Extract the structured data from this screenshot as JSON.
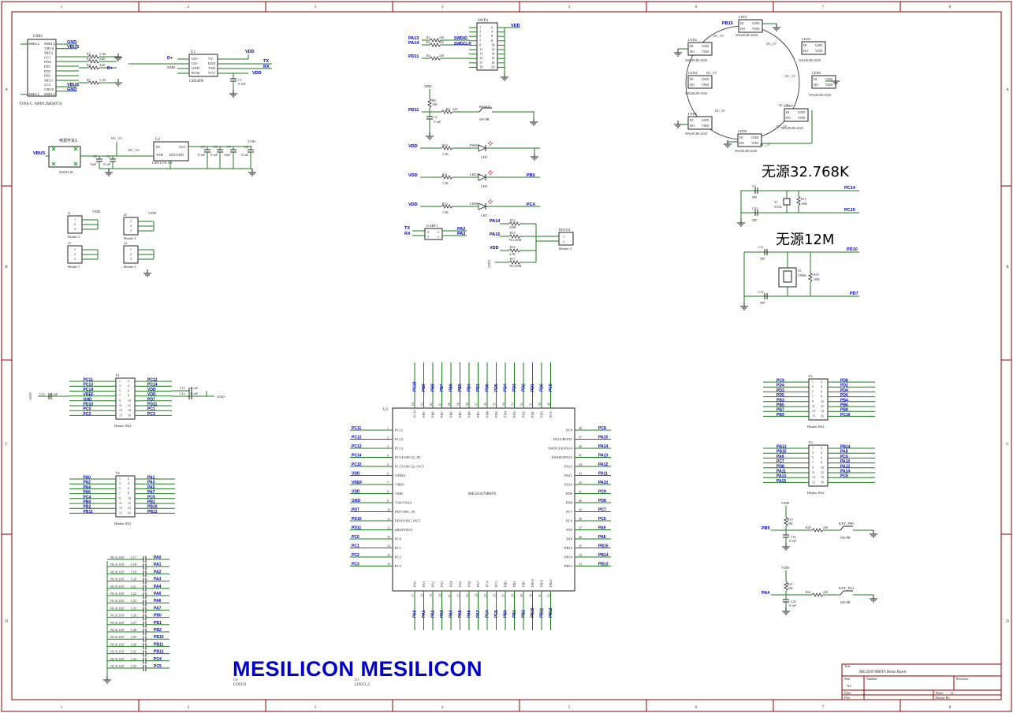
{
  "frame": {
    "col_labels": [
      "1",
      "2",
      "3",
      "4",
      "5",
      "6",
      "7",
      "8"
    ],
    "row_labels": [
      "A",
      "B",
      "C",
      "D"
    ]
  },
  "usb": {
    "ref": "USB1",
    "part": "TYPE-C 16PIN 2MD(073)",
    "pins": [
      "SHELL",
      "VBUS",
      "SBU2",
      "CC1",
      "DN2",
      "DP1",
      "DN1",
      "DP2",
      "SBU1",
      "CC2",
      "VBUS",
      "SHELL"
    ],
    "right_pins": [
      "GND",
      "VBUS",
      "",
      "",
      "",
      "",
      "",
      "",
      "",
      "",
      "VBUS",
      "GND"
    ],
    "nets": [
      "GND",
      "VBUS",
      "VBUS",
      "GND"
    ],
    "res": [
      {
        "ref": "R3",
        "val": "5.1K"
      },
      {
        "ref": "R5",
        "val": "22R"
      },
      {
        "ref": "R4",
        "val": "22R"
      },
      {
        "ref": "R7",
        "val": "5.1K"
      }
    ],
    "net_dp": "D+",
    "net_dm": "D-"
  },
  "ch340": {
    "ref": "U1",
    "part": "CH340N",
    "left_pins": [
      "UD+",
      "UD-",
      "GND",
      "RTS#"
    ],
    "right_pins": [
      "V3",
      "RXD",
      "TXD",
      "VCC"
    ],
    "left_nets": [
      "D+",
      "D-",
      "GND"
    ],
    "right_nets": [
      "VDD",
      "TX",
      "RX",
      "VDD"
    ],
    "cap": {
      "ref": "C1",
      "val": "0.1uF"
    },
    "gnd": "GND"
  },
  "swd": {
    "ref": "SWD1",
    "nets_left": [
      "PA13",
      "PA14",
      "PD11"
    ],
    "res": [
      {
        "ref": "R1",
        "val": "220"
      },
      {
        "ref": "R2",
        "val": "220"
      },
      {
        "ref": "R4",
        "val": "220"
      }
    ],
    "sig": [
      "SWDIO",
      "SWDCLK"
    ],
    "pins_l": [
      "1",
      "3",
      "5",
      "7",
      "9",
      "11",
      "13",
      "15",
      "17",
      "19"
    ],
    "pins_r": [
      "2",
      "4",
      "6",
      "8",
      "10",
      "12",
      "14",
      "16",
      "18",
      "20"
    ],
    "vdd": "VDD",
    "gnd": "GND"
  },
  "reset": {
    "vdd": "VDD",
    "r_pull": {
      "ref": "R8",
      "val": "10K"
    },
    "net": "PD11",
    "r_ser": {
      "ref": "R9",
      "val": "220"
    },
    "sw": {
      "ref": "RESET1",
      "val": "SW-PB"
    },
    "cap": {
      "ref": "C2",
      "val": "0.1uF"
    },
    "gnd": "GND"
  },
  "leds_status": [
    {
      "left": "VDD",
      "r": "R10",
      "rv": "1.5K",
      "led": "PWR1",
      "lv": "LED",
      "right": "GND"
    },
    {
      "left": "VDD",
      "r": "R11",
      "rv": "1.5K",
      "led": "LED10",
      "lv": "LED",
      "right": "PB0"
    },
    {
      "left": "VDD",
      "r": "R13",
      "rv": "1.5K",
      "led": "LED8",
      "lv": "LED",
      "right": "PC4"
    }
  ],
  "uart": {
    "ref": "UART1",
    "left_nets": [
      "TX",
      "RX"
    ],
    "right_nets": [
      "PA2",
      "PA3"
    ],
    "pins": [
      "4",
      "3",
      "2",
      "1"
    ]
  },
  "boot": {
    "ref": "BOOT1",
    "part": "Header 2",
    "nets": [
      "PA14",
      "PA15",
      "VDD",
      "GND"
    ],
    "res": [
      {
        "ref": "R14",
        "val": "220R"
      },
      {
        "ref": "R15",
        "val": "NC/220R"
      },
      {
        "ref": "R16",
        "val": "4.7K"
      },
      {
        "ref": "R17",
        "val": "NC/220R"
      }
    ],
    "pins": [
      "1",
      "2"
    ]
  },
  "power": {
    "switch_title": "电源开关1",
    "switch_part": "SWITCH",
    "vbus": "VBUS",
    "dc5v": "DC_5V",
    "reg_ref": "U2",
    "reg_part": "LM1117S-3.3",
    "reg_pins": [
      "IN",
      "TAB",
      "OUT",
      "ADJ/GND"
    ],
    "caps": [
      {
        "ref": "C3",
        "val": "10uF"
      },
      {
        "ref": "C4",
        "val": "0.1uF"
      },
      {
        "ref": "C5",
        "val": "0.1uF"
      },
      {
        "ref": "C6",
        "val": "0.1uF"
      },
      {
        "ref": "C7",
        "val": "10uF"
      },
      {
        "ref": "C8",
        "val": "0.1uF"
      }
    ],
    "vdd": "VDD",
    "gnd": "GND"
  },
  "jheaders": [
    {
      "ref": "J1",
      "part": "Header 3",
      "net": "VDD"
    },
    {
      "ref": "J2",
      "part": "Header 3",
      "net": "VDD"
    },
    {
      "ref": "J3",
      "part": "Header 3",
      "net": ""
    },
    {
      "ref": "J4",
      "part": "Header 3",
      "net": "GND"
    }
  ],
  "ws2812": {
    "leds": [
      "LED1",
      "LED2",
      "LED3",
      "LED4",
      "LED5",
      "LED6",
      "LED7",
      "LED8"
    ],
    "part": "WS2812B-2020",
    "net_dc": "DC_5V",
    "net_pb": "PB15",
    "pins": [
      "DI",
      "GND",
      "DO",
      "VDD"
    ]
  },
  "xtal32": {
    "title": "无源32.768K",
    "c1": {
      "ref": "C9",
      "val": "5PF"
    },
    "c2": {
      "ref": "C10",
      "val": "5PF"
    },
    "y": {
      "ref": "Y1",
      "val": "XTAL"
    },
    "r": {
      "ref": "R12",
      "val": "10M"
    },
    "nets": [
      "PC14",
      "PC15"
    ],
    "gnd": "GND"
  },
  "xtal12": {
    "title": "无源12M",
    "c1": {
      "ref": "C11",
      "val": "5PF"
    },
    "c2": {
      "ref": "C12",
      "val": "5PF"
    },
    "x": {
      "ref": "X1",
      "val": "CMHz"
    },
    "r": {
      "ref": "R18",
      "val": "10M"
    },
    "nets": [
      "PD10",
      "PD7"
    ],
    "gnd": "GND"
  },
  "p1": {
    "ref": "P1",
    "part": "Header 8X2",
    "left": [
      "PC11",
      "PC13",
      "PC14",
      "VREF",
      "GND",
      "PD10",
      "PC0",
      "PC2"
    ],
    "right": [
      "PC12",
      "PC14",
      "VDD",
      "VDD",
      "PD7",
      "PD11",
      "PC1",
      "PC3"
    ],
    "cap_l": {
      "ref": "C13",
      "val": "0.1uF"
    },
    "cap_r": [
      {
        "ref": "C15",
        "val": "0.1uF"
      },
      {
        "ref": "C14",
        "val": "0.1uF"
      }
    ],
    "gnd": "GND"
  },
  "p4": {
    "ref": "P4",
    "part": "Header 8X2",
    "left": [
      "PA0",
      "PA2",
      "PA4",
      "PA6",
      "PC4",
      "PB0",
      "PB2",
      "PB11"
    ],
    "right": [
      "PA1",
      "PA3",
      "PA5",
      "PA7",
      "PC5",
      "PB1",
      "PB10",
      "PB12"
    ]
  },
  "p2": {
    "ref": "P2",
    "part": "Header 8X2",
    "left": [
      "PC9",
      "PD4",
      "PD3",
      "PD5",
      "PB3",
      "PB5",
      "PB7",
      "PB9"
    ],
    "right": [
      "PD8",
      "PD2",
      "PD4",
      "PD6",
      "PB4",
      "PB6",
      "PB8",
      "PC10"
    ]
  },
  "p3": {
    "ref": "P3",
    "part": "Header 8X2",
    "left": [
      "PB13",
      "PB15",
      "PA9",
      "PC7",
      "PD8",
      "PA11",
      "PA13",
      "PA15"
    ],
    "right": [
      "PB14",
      "PA8",
      "PC6",
      "PA10",
      "PA12",
      "PA14",
      "PC8"
    ]
  },
  "decoup": {
    "nets": [
      "PA0",
      "PA1",
      "PA2",
      "PA3",
      "PA4",
      "PA5",
      "PA6",
      "PA7",
      "PB0",
      "PB1",
      "PB2",
      "PB10",
      "PB11",
      "PB12",
      "PC4",
      "PC5"
    ],
    "caps": [
      "C17",
      "C18",
      "C19",
      "C20",
      "C21",
      "C22",
      "C23",
      "C25",
      "C26",
      "C27",
      "C28",
      "C29",
      "C30",
      "C31",
      "C32",
      "C33"
    ],
    "val": "NC/0.1UF",
    "gnd": "GND"
  },
  "mcu": {
    "ref": "U3",
    "part": "ME32G070R8T6",
    "left_pins": [
      "PC11",
      "PC12",
      "PC13",
      "PC14/OSC32_IN",
      "PC15/OSC32_OUT",
      "VDDA",
      "VREF",
      "VDD",
      "VSS/VSSA",
      "PD7/OSC_IN",
      "PD10/OSC_OUT",
      "nRST/PD11",
      "PC0",
      "PC1",
      "PC2",
      "PC3"
    ],
    "left_nets": [
      "PC11",
      "PC12",
      "PC13",
      "PC14",
      "PC15",
      "VDD",
      "VREF",
      "VDD",
      "GND",
      "PD7",
      "PD10",
      "PD11",
      "PC0",
      "PC1",
      "PC2",
      "PC3"
    ],
    "left_nums": [
      "1",
      "2",
      "3",
      "4",
      "5",
      "6",
      "7",
      "8",
      "9",
      "10",
      "11",
      "12",
      "13",
      "14",
      "15",
      "16"
    ],
    "right_pins": [
      "PC8",
      "PA15/BOOT",
      "SWDCLK/PA14",
      "SWDIO/PA13",
      "PA12",
      "PA11",
      "PA10",
      "PD9",
      "PD8",
      "PC7",
      "PC6",
      "PA9",
      "PA8",
      "PB15",
      "PB14",
      "PB13"
    ],
    "right_nets": [
      "PC8",
      "PA15",
      "PA14",
      "PA13",
      "PA12",
      "PA11",
      "PA10",
      "PC9",
      "PD8",
      "PC7",
      "PC6",
      "PA9",
      "PA8",
      "PB15",
      "PB14",
      "PB13"
    ],
    "right_nums": [
      "48",
      "47",
      "46",
      "45",
      "44",
      "43",
      "42",
      "41",
      "40",
      "39",
      "38",
      "37",
      "36",
      "35",
      "34",
      "33"
    ],
    "top_pins": [
      "PC10",
      "PB9",
      "PB8",
      "PB7",
      "PB6",
      "PB5",
      "PB4",
      "PB3",
      "PD6",
      "PD5",
      "PD4",
      "PD3",
      "PD2",
      "PD1",
      "PD0",
      "PC9"
    ],
    "top_nets": [
      "PC10",
      "PB9",
      "PB8",
      "PB7",
      "PB6",
      "PB5",
      "PB4",
      "PB3",
      "PD6",
      "PD5",
      "PD4",
      "PD3",
      "PD2",
      "PD1",
      "PD0",
      "PC9"
    ],
    "top_nums": [
      "64",
      "63",
      "62",
      "61",
      "60",
      "59",
      "58",
      "57",
      "56",
      "55",
      "54",
      "53",
      "52",
      "51",
      "50",
      "49"
    ],
    "bot_pins": [
      "PA0",
      "PA1",
      "PA2",
      "PA3",
      "PA4",
      "PA5",
      "PA6",
      "PA7",
      "PC4",
      "PC5",
      "PB0",
      "PB1",
      "PB2",
      "PB10",
      "PB11",
      "PB12"
    ],
    "bot_nets": [
      "PA0",
      "PA1",
      "PA2",
      "PA3",
      "PA4",
      "PA5",
      "PA6",
      "PA7",
      "PC4",
      "PC5",
      "PB0",
      "PB1",
      "PB2",
      "PB10",
      "PB11",
      "PB12"
    ],
    "bot_nums": [
      "17",
      "18",
      "19",
      "20",
      "21",
      "22",
      "23",
      "24",
      "25",
      "26",
      "27",
      "28",
      "29",
      "30",
      "31",
      "32"
    ]
  },
  "keys": [
    {
      "vdd": "VDD",
      "r": "R19",
      "rv": "10K",
      "net": "PB5",
      "rs": "R20",
      "rsv": "220",
      "sw": "KEY_PB5",
      "swv": "SW-PB",
      "c": "C16",
      "cv": "0.1uF",
      "gnd": "GND"
    },
    {
      "vdd": "VDD",
      "r": "R21",
      "rv": "10K",
      "net": "PA4",
      "rs": "R22",
      "rsv": "220",
      "sw": "KEY_PA1",
      "swv": "SW-PB",
      "c": "C24",
      "cv": "0.1uF",
      "gnd": "GND"
    }
  ],
  "logos": {
    "text": "MESILICON MESILICON",
    "ref1": "LOGO3",
    "ref2": "LOGO_2",
    "u1": "U4",
    "u2": "U5"
  },
  "titleblock": {
    "title_label": "Title",
    "title": "ME32F070RBT6 Demo Board",
    "size_label": "Size",
    "size": "A2",
    "number_label": "Number",
    "revision_label": "Revision",
    "date_label": "Date:",
    "file_label": "File:",
    "sheet_label": "Sheet",
    "sheet_of": "of",
    "drawnby_label": "Drawn By:"
  }
}
